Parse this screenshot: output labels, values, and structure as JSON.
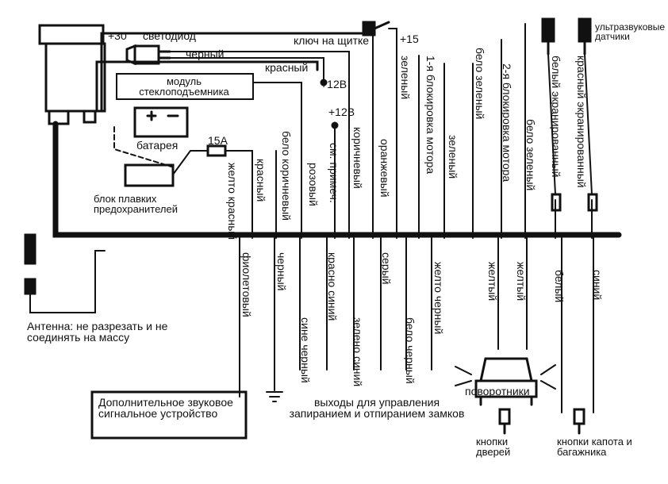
{
  "labels": {
    "plus30": "+30",
    "led": "светодиод",
    "black_top": "черный",
    "red_top": "красный",
    "dash_key": "ключ на щитке",
    "plus15": "+15",
    "plus12_a": "+12В",
    "plus12_b": "+12В",
    "window_module": "модуль стеклоподъемника",
    "battery": "батарея",
    "fuse15": "15А",
    "fuse_block": "блок плавких предохранителей",
    "ultrasonic": "ультразвуковые датчики",
    "antenna": "Антенна: не разрезать и не соединять на массу",
    "siren": "Дополнительное звуковое сигнальное устройство",
    "lock_outputs": "выходы для управления запиранием и отпиранием замков",
    "turn_signals": "поворотники",
    "door_buttons": "кнопки дверей",
    "hood_buttons": "кнопки капота и багажника"
  },
  "wires_top": [
    "желто красный",
    "красный",
    "бело коричневый",
    "розовый",
    "см. примеч.",
    "коричневый",
    "оранжевый",
    "зеленый",
    "1-я блокировка мотора",
    "зеленый",
    "бело зеленый",
    "2-я блокировка мотора",
    "бело зеленый",
    "белый экранированный",
    "красный экранированный"
  ],
  "wires_bottom": [
    "фиолетовый",
    "черный",
    "сине черный",
    "красно синий",
    "зелено синий",
    "серый",
    "бело черный",
    "желто черный",
    "желтый",
    "желтый",
    "белый",
    "синий"
  ]
}
